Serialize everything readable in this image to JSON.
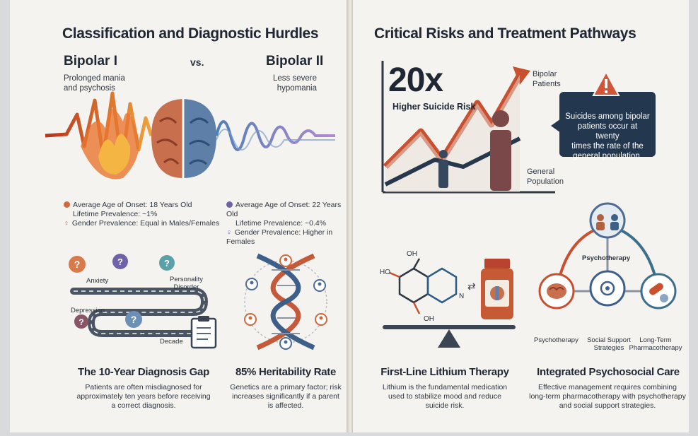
{
  "left": {
    "title": "Classification and Diagnostic Hurdles",
    "bipolar1": {
      "label": "Bipolar I",
      "desc_line1": "Prolonged mania",
      "desc_line2": "and psychosis",
      "onset": "Average Age of Onset: 18 Years Old",
      "prevalence": "Lifetime Prevalence: ~1%",
      "gender": "Gender Prevalence: Equal in Males/Females",
      "color": "#d2693c"
    },
    "vs": "vs.",
    "bipolar2": {
      "label": "Bipolar II",
      "desc_line1": "Less severe",
      "desc_line2": "hypomania",
      "onset": "Average Age of Onset: 22 Years Old",
      "prevalence": "Lifetime Prevalence: ~0.4%",
      "gender": "Gender Prevalence: Higher in Females",
      "color": "#6f62a8"
    },
    "diagnosis_gap": {
      "labels": {
        "anxiety": "Anxiety",
        "personality_1": "Personality",
        "personality_2": "Disorder",
        "depression": "Depression",
        "decade": "Decade"
      },
      "title": "The 10-Year Diagnosis Gap",
      "desc_line1": "Patients are often misdiagnosed for",
      "desc_line2": "approximately ten years before receiving",
      "desc_line3": "a correct diagnosis."
    },
    "heritability": {
      "title": "85% Heritability Rate",
      "desc_line1": "Genetics are a primary factor; risk",
      "desc_line2": "increases significantly if a parent",
      "desc_line3": "is affected."
    }
  },
  "right": {
    "title": "Critical Risks and Treatment Pathways",
    "risk": {
      "big": "20x",
      "big_label": "Higher Suicide Risk",
      "bipolar_1": "Bipolar",
      "bipolar_2": "Patients",
      "general_1": "General",
      "general_2": "Population",
      "callout_1": "Suicides among bipolar",
      "callout_2": "patients occur at twenty",
      "callout_3": "times the rate of the",
      "callout_4": "general population."
    },
    "lithium": {
      "oh_top": "OH",
      "ho": "HO",
      "oh_bottom": "OH",
      "n": "N",
      "title": "First-Line Lithium Therapy",
      "desc_line1": "Lithium is the fundamental medication",
      "desc_line2": "used to stabilize mood and reduce",
      "desc_line3": "suicide risk."
    },
    "care": {
      "top_label": "Psychotherapy",
      "label_1": "Psychotherapy",
      "label_2_line1": "Social Support",
      "label_2_line2": "Strategies",
      "label_3_line1": "Long-Term",
      "label_3_line2": "Pharmacotherapy",
      "title": "Integrated Psychosocial Care",
      "desc_line1": "Effective management requires combining",
      "desc_line2": "long-term pharmacotherapy with psychotherapy",
      "desc_line3": "and social support strategies."
    }
  }
}
